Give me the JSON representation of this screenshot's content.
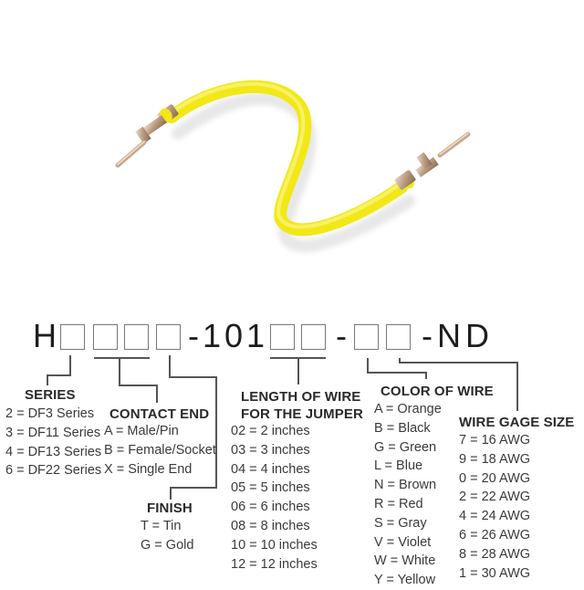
{
  "photo": {
    "subject": "yellow jumper wire with crimp contacts",
    "wire_color": "#f5ef1a",
    "contact_color": "#c9a98c"
  },
  "part_number": {
    "prefix": "H",
    "middle": "-101",
    "dash": "-",
    "suffix": "-ND",
    "box_count_prefix": 4,
    "box_count_length": 2,
    "box_count_color_gage": 2
  },
  "series": {
    "title": "SERIES",
    "items": [
      "2 = DF3 Series",
      "3 = DF11 Series",
      "4 = DF13 Series",
      "6 = DF22 Series"
    ]
  },
  "contact_end": {
    "title": "CONTACT END",
    "items": [
      "A = Male/Pin",
      "B = Female/Socket",
      "X = Single End"
    ]
  },
  "finish": {
    "title": "FINISH",
    "items": [
      "T = Tin",
      "G = Gold"
    ]
  },
  "length": {
    "title_line1": "LENGTH OF WIRE",
    "title_line2": "FOR THE JUMPER",
    "items": [
      "02 = 2 inches",
      "03 = 3 inches",
      "04 = 4 inches",
      "05 = 5 inches",
      "06 = 6 inches",
      "08 = 8 inches",
      "10 = 10 inches",
      "12 = 12 inches"
    ]
  },
  "color": {
    "title": "COLOR OF WIRE",
    "items": [
      "A = Orange",
      "B = Black",
      "G = Green",
      "L = Blue",
      "N = Brown",
      "R = Red",
      "S = Gray",
      "V = Violet",
      "W = White",
      "Y = Yellow"
    ]
  },
  "gage": {
    "title": "WIRE GAGE SIZE",
    "items": [
      "7 = 16 AWG",
      "9 = 18 AWG",
      "0 = 20 AWG",
      "2 = 22 AWG",
      "4 = 24 AWG",
      "6 = 26 AWG",
      "8 = 28 AWG",
      "1 = 30 AWG"
    ]
  }
}
